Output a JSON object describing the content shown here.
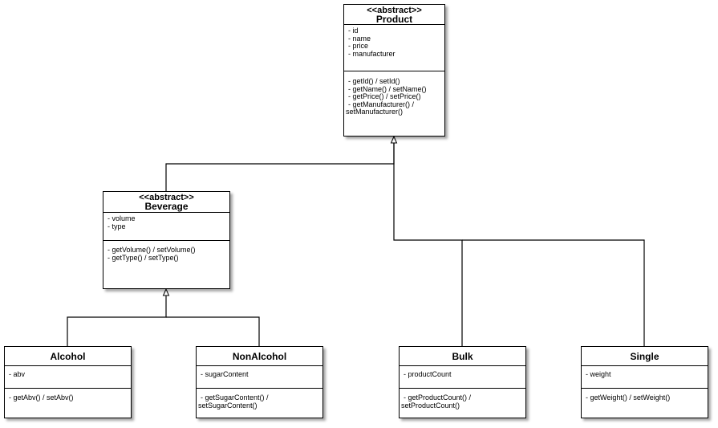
{
  "classes": {
    "product": {
      "stereotype": "<<abstract>>",
      "name": "Product",
      "attributes": [
        "- id",
        "- name",
        "- price",
        "- manufacturer"
      ],
      "methods": [
        "- getId() / setId()",
        "- getName() / setName()",
        "- getPrice() / setPrice()",
        "- getManufacturer() /",
        "setManufacturer()"
      ]
    },
    "beverage": {
      "stereotype": "<<abstract>>",
      "name": "Beverage",
      "attributes": [
        "- volume",
        "- type"
      ],
      "methods": [
        "- getVolume() / setVolume()",
        "- getType() / setType()"
      ]
    },
    "alcohol": {
      "name": "Alcohol",
      "attributes": [
        "- abv"
      ],
      "methods": [
        "- getAbv() / setAbv()"
      ]
    },
    "nonalcohol": {
      "name": "NonAlcohol",
      "attributes": [
        "- sugarContent"
      ],
      "methods": [
        "- getSugarContent() /",
        "setSugarContent()"
      ]
    },
    "bulk": {
      "name": "Bulk",
      "attributes": [
        "- productCount"
      ],
      "methods": [
        "- getProductCount() /",
        "setProductCount()"
      ]
    },
    "single": {
      "name": "Single",
      "attributes": [
        "- weight"
      ],
      "methods": [
        "- getWeight() / setWeight()"
      ]
    }
  }
}
